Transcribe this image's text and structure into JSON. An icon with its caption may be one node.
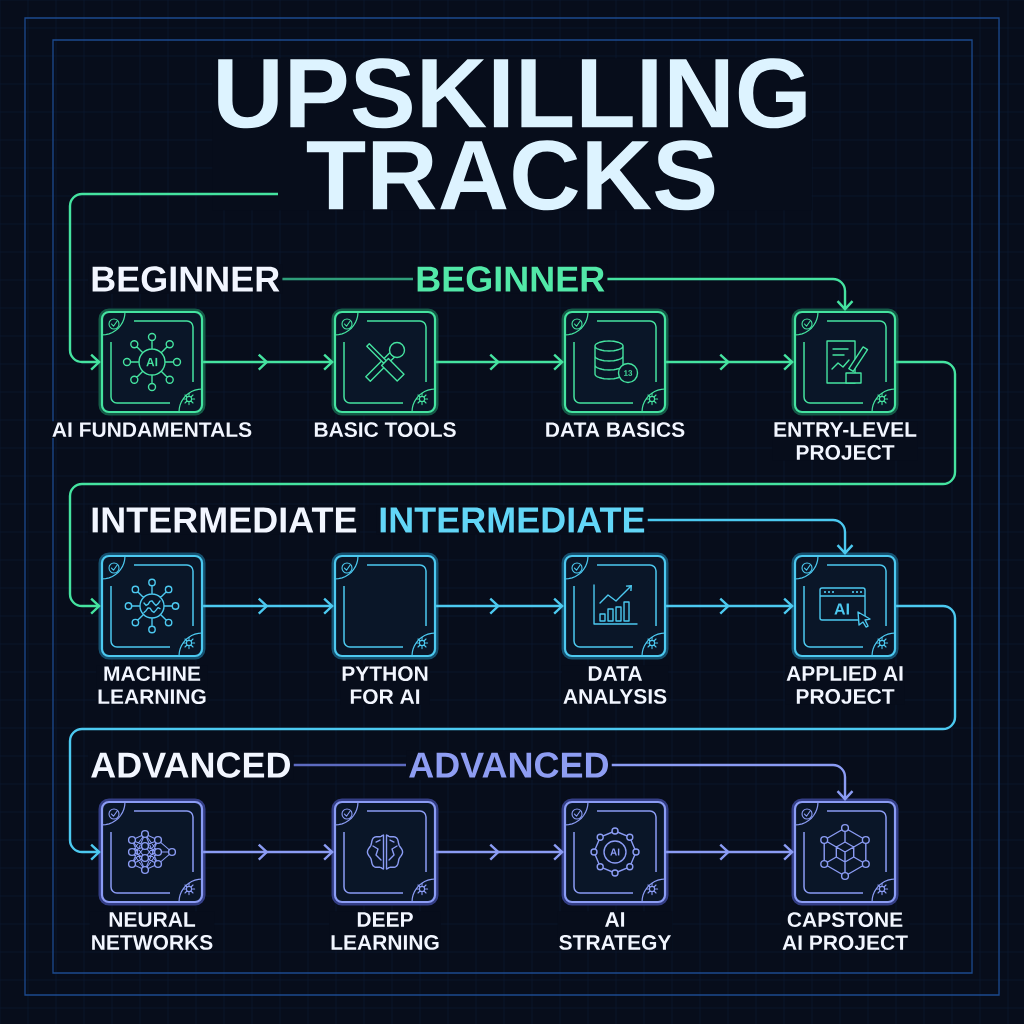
{
  "diagram": {
    "title": "UPSKILLING TRACKS",
    "nodes": [
      {
        "text": [
          "BEGINNER"
        ]
      },
      {
        "text": [
          "BEGINNER"
        ]
      },
      {
        "text": [
          "AI",
          "AI FUNDAMENTALS"
        ]
      },
      {
        "text": [
          "BASIC TOOLS"
        ]
      },
      {
        "text": [
          "13",
          "DATA BASICS"
        ]
      },
      {
        "text": [
          "ENTRY-LEVEL PROJECT"
        ]
      },
      {
        "text": [
          "INTERMEDIATE"
        ]
      },
      {
        "text": [
          "INTERMEDIATE"
        ]
      },
      {
        "text": [
          "MACHINE LEARNING"
        ]
      },
      {
        "text": [
          "PYTHON FOR AI"
        ]
      },
      {
        "text": [
          "DATA ANALYSIS"
        ]
      },
      {
        "text": [
          "AI",
          "APPLIED AI PROJECT"
        ]
      },
      {
        "text": [
          "ADVANCED"
        ]
      },
      {
        "text": [
          "ADVANCED"
        ]
      },
      {
        "text": [
          "NEURAL NETWORKS"
        ]
      },
      {
        "text": [
          "DEEP LEARNING"
        ]
      },
      {
        "text": [
          "AI",
          "AI STRATEGY"
        ]
      },
      {
        "text": [
          "CAPSTONE AI PROJECT"
        ]
      }
    ],
    "edges": [
      {
        "from": null,
        "to": 2,
        "arrow": "to",
        "color": "#45e3a0"
      },
      {
        "from": 0,
        "to": 1,
        "arrow": "none",
        "color": "#2f9e7a"
      },
      {
        "from": 1,
        "to": 5,
        "arrow": "to",
        "color": "#45e3a0"
      },
      {
        "from": 2,
        "to": 3,
        "arrow": "to",
        "color": "#45e3a0"
      },
      {
        "from": 3,
        "to": 4,
        "arrow": "to",
        "color": "#45e3a0"
      },
      {
        "from": 4,
        "to": 5,
        "arrow": "to",
        "color": "#45e3a0"
      },
      {
        "from": 5,
        "to": 8,
        "arrow": "to",
        "color": "#45e3a0"
      },
      {
        "from": 7,
        "to": 11,
        "arrow": "to",
        "color": "#4cc9f0"
      },
      {
        "from": 8,
        "to": 9,
        "arrow": "to",
        "color": "#4cc9f0"
      },
      {
        "from": 9,
        "to": 10,
        "arrow": "to",
        "color": "#4cc9f0"
      },
      {
        "from": 10,
        "to": 11,
        "arrow": "to",
        "color": "#4cc9f0"
      },
      {
        "from": 11,
        "to": 14,
        "arrow": "to",
        "color": "#4cc9f0"
      },
      {
        "from": 12,
        "to": 13,
        "arrow": "none",
        "color": "#5d6bc0"
      },
      {
        "from": 13,
        "to": 17,
        "arrow": "to",
        "color": "#8b9cf4"
      },
      {
        "from": 14,
        "to": 15,
        "arrow": "to",
        "color": "#8b9cf4"
      },
      {
        "from": 15,
        "to": 16,
        "arrow": "to",
        "color": "#8b9cf4"
      },
      {
        "from": 16,
        "to": 17,
        "arrow": "to",
        "color": "#8b9cf4"
      }
    ]
  }
}
